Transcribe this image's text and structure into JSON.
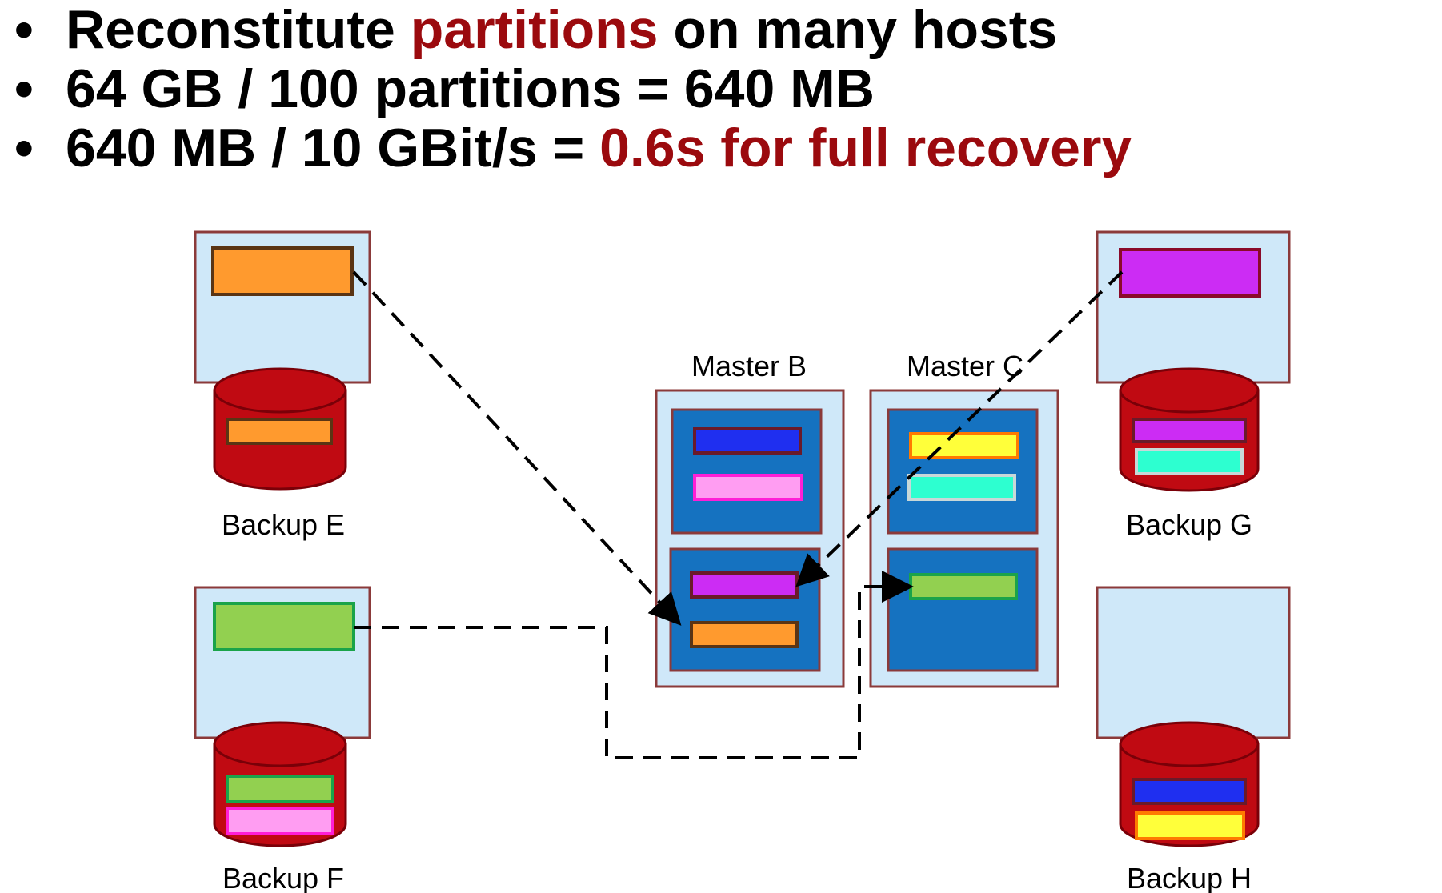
{
  "bullets": [
    {
      "pre": "Reconstitute ",
      "highlight": "partitions",
      "post": " on many hosts"
    },
    {
      "pre": "64 GB / 100 partitions = 640 MB",
      "highlight": "",
      "post": ""
    },
    {
      "pre": "640 MB / 10 GBit/s = ",
      "highlight": "0.6s for full recovery",
      "post": ""
    }
  ],
  "bullet_symbol": "•",
  "labels": {
    "master_b": "Master B",
    "master_c": "Master C",
    "backup_e": "Backup E",
    "backup_f": "Backup F",
    "backup_g": "Backup G",
    "backup_h": "Backup H"
  },
  "colors": {
    "highlight": "#9b0a0e",
    "server_fill": "#cfe8f9",
    "server_border": "#8b3a3a",
    "disk_red": "#c00a12",
    "partition_blue": "#1572c0",
    "orange": "#ff9a2e",
    "green": "#92d050",
    "purple": "#cc2cf4",
    "pink": "#ff9df2",
    "blue": "#1f2ff0",
    "yellow": "#ffff3a",
    "teal": "#2dffd0"
  }
}
